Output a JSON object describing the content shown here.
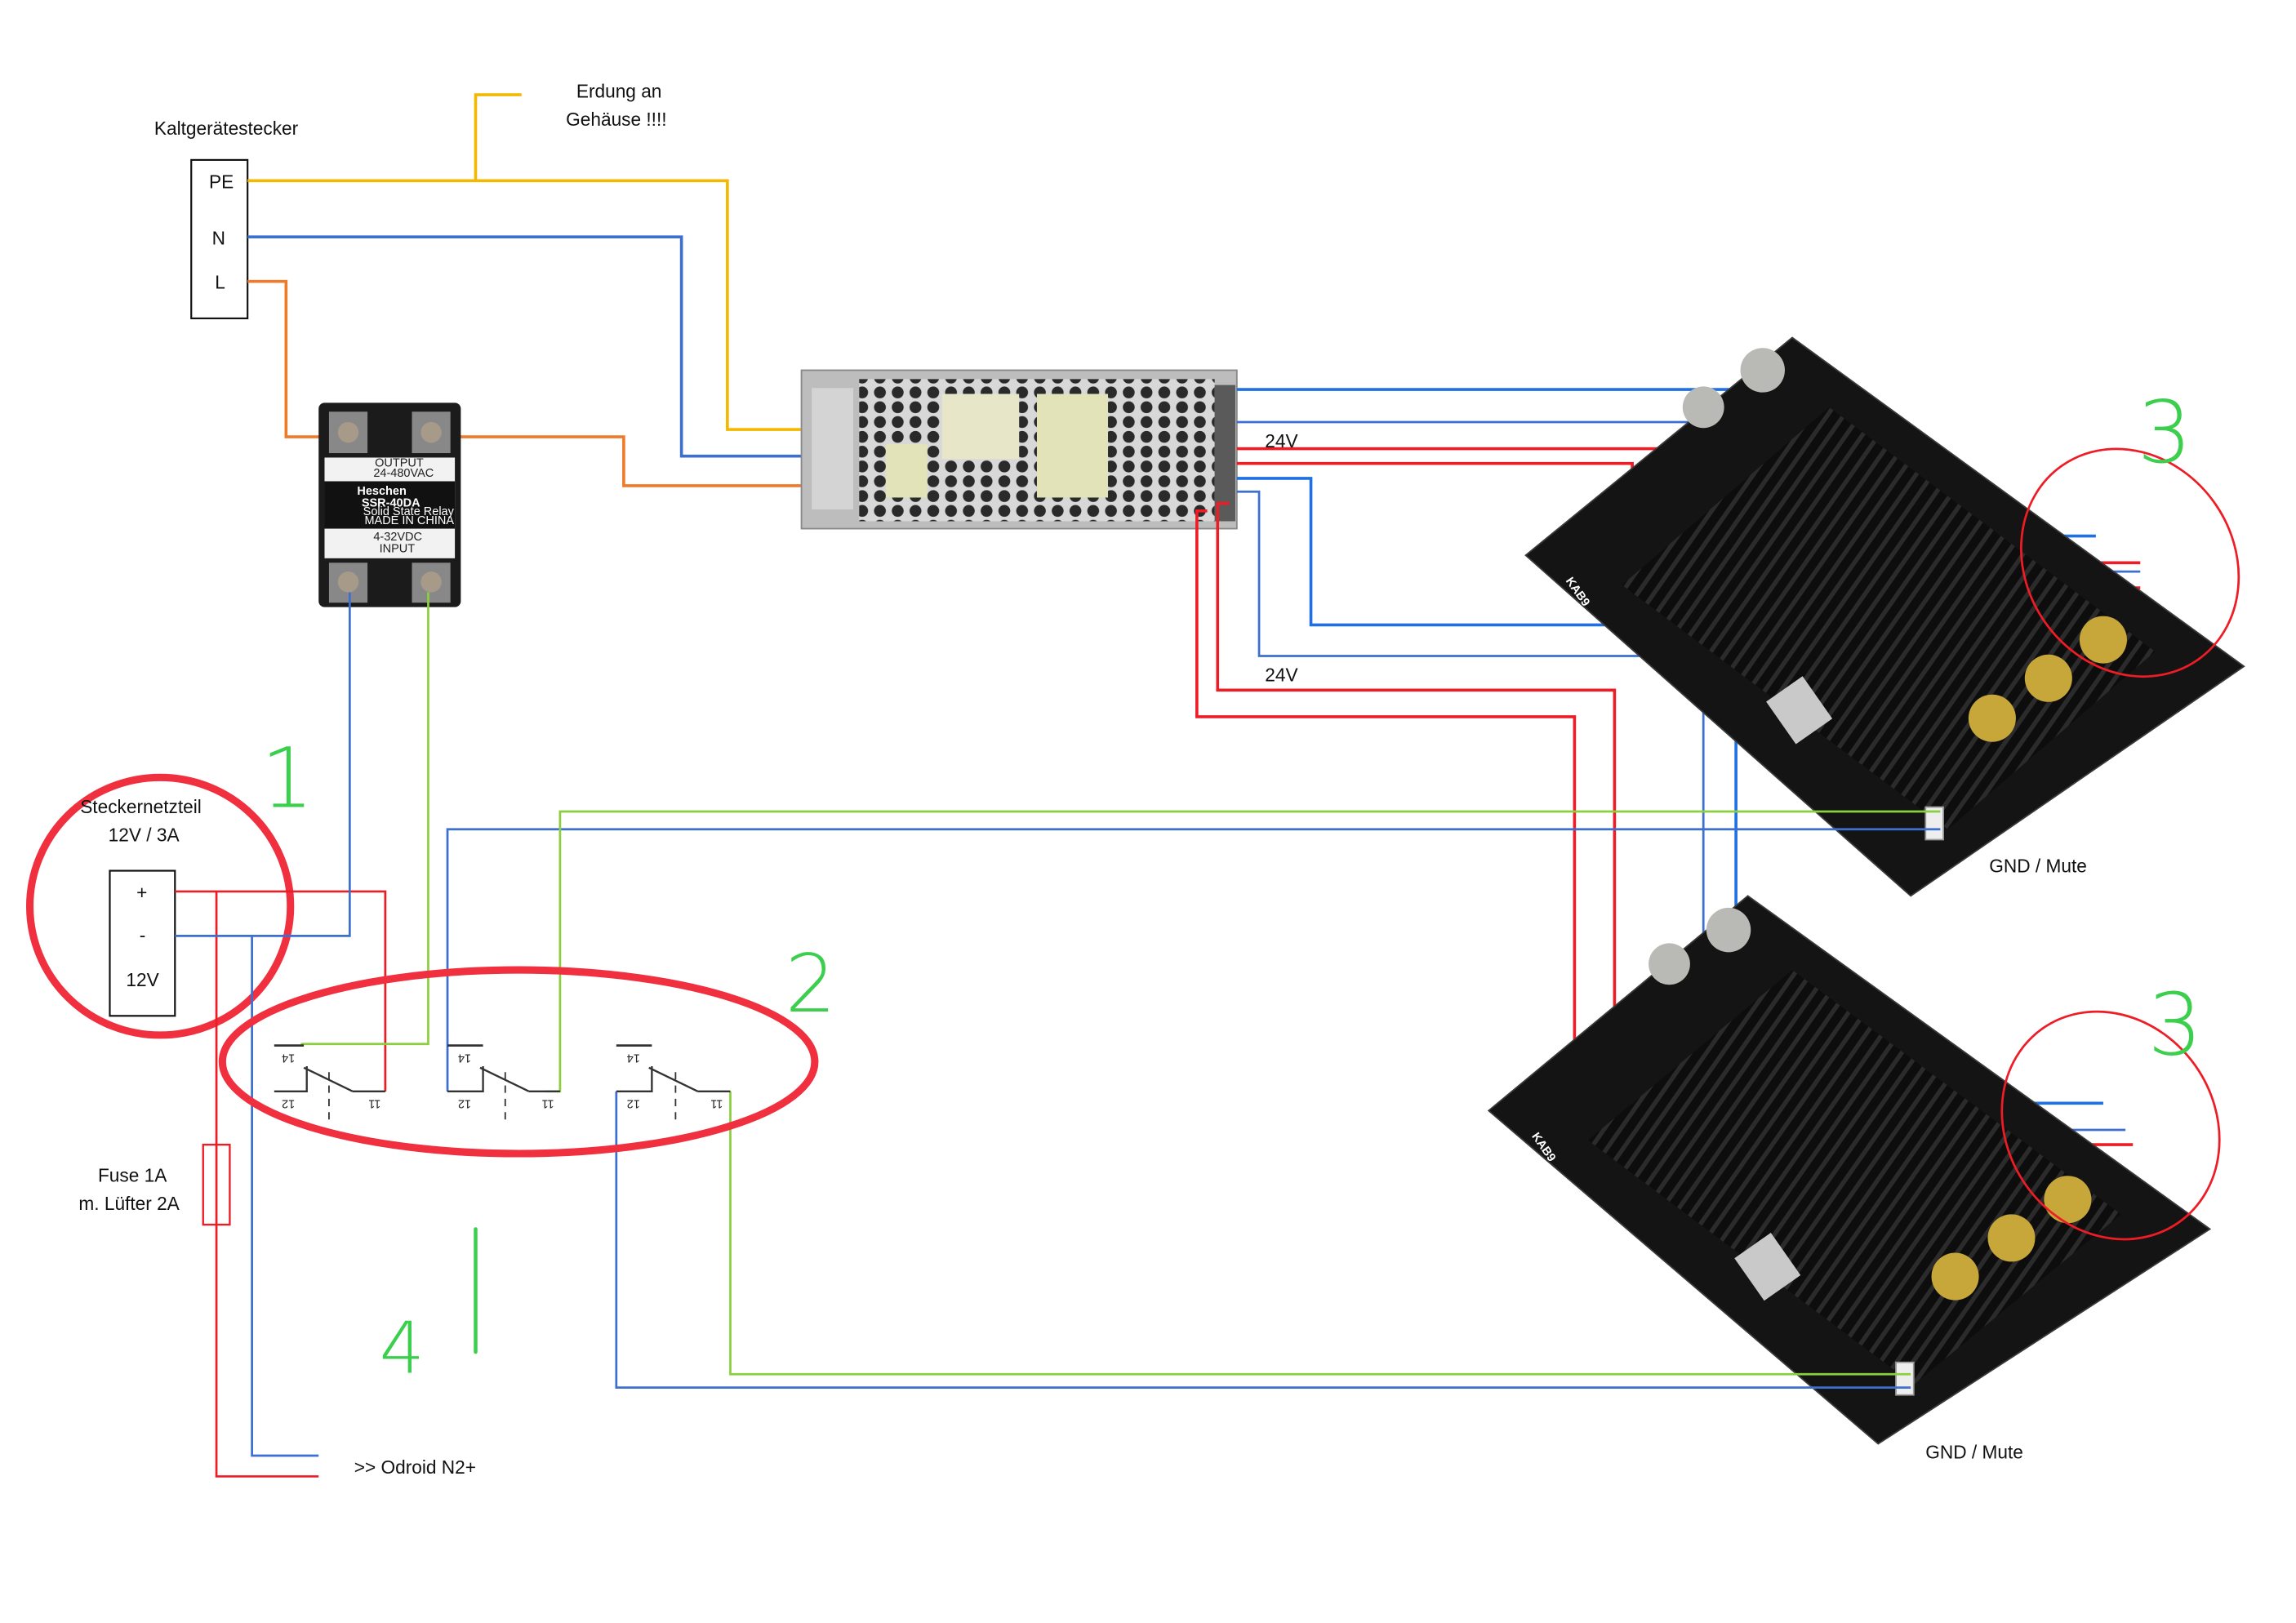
{
  "colors": {
    "earth": "#f5b800",
    "neutral": "#3d6fd1",
    "live": "#ee7a2a",
    "dc_positive": "#ee1c25",
    "dc_negative": "#1f6fe5",
    "control": "#8bcf3e",
    "annotation": "#f0303e",
    "annotation_number": "#3ccf4e"
  },
  "iec_connector": {
    "label": "Kaltgerätestecker",
    "pins": [
      "PE",
      "N",
      "L"
    ]
  },
  "earth_note": {
    "line1": "Erdung an",
    "line2": "Gehäuse !!!!"
  },
  "relay": {
    "output_label": "OUTPUT",
    "output_range": "24-480VAC",
    "brand": "Heschen",
    "model": "SSR-40DA",
    "type": "Solid State Relay",
    "origin": "MADE IN CHINA",
    "input_range": "4-32VDC",
    "input_label": "INPUT"
  },
  "psu_outputs": {
    "upper": "24V",
    "lower": "24V"
  },
  "amp_boards": [
    {
      "model": "KAB9",
      "port_label": "GND / Mute"
    },
    {
      "model": "KAB9",
      "port_label": "GND / Mute"
    }
  ],
  "plug_psu": {
    "title": "Steckernetzteil",
    "rating": "12V / 3A",
    "plus": "+",
    "minus": "-",
    "voltage": "12V"
  },
  "switches": [
    {
      "no": "14",
      "nc": "12",
      "com": "11"
    },
    {
      "no": "14",
      "nc": "12",
      "com": "11"
    },
    {
      "no": "14",
      "nc": "12",
      "com": "11"
    }
  ],
  "fuse": {
    "line1": "Fuse 1A",
    "line2": "m. Lüfter 2A"
  },
  "odroid": {
    "label": ">> Odroid N2+"
  },
  "markers": [
    "1",
    "2",
    "3",
    "3",
    "4"
  ]
}
